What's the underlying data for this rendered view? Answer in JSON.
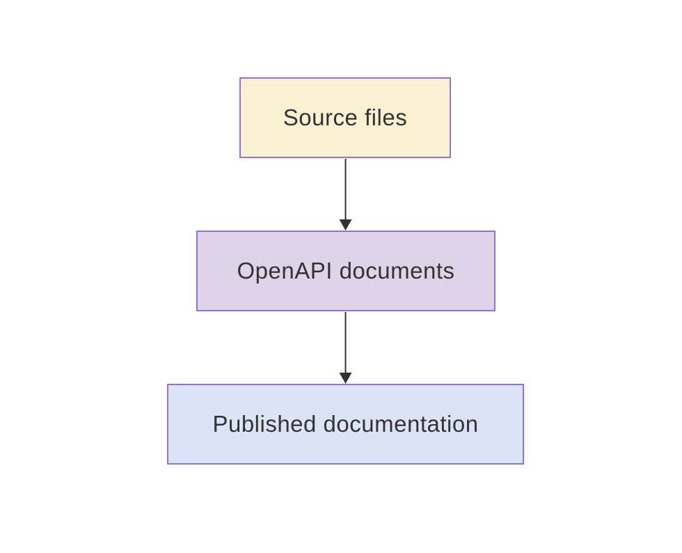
{
  "page": {
    "background": "#ffffff"
  },
  "diagram": {
    "type": "flowchart",
    "direction": "top-down",
    "text_color": "#333333",
    "node_border_color": "#9370db",
    "edge_color": "#333333",
    "nodes": [
      {
        "id": "source-files",
        "label": "Source files",
        "fill": "#faf0d2"
      },
      {
        "id": "openapi-documents",
        "label": "OpenAPI documents",
        "fill": "#ded3e7"
      },
      {
        "id": "published-documentation",
        "label": "Published documentation",
        "fill": "#dbe4f7"
      }
    ],
    "edges": [
      {
        "from": "source-files",
        "to": "openapi-documents"
      },
      {
        "from": "openapi-documents",
        "to": "published-documentation"
      }
    ]
  }
}
